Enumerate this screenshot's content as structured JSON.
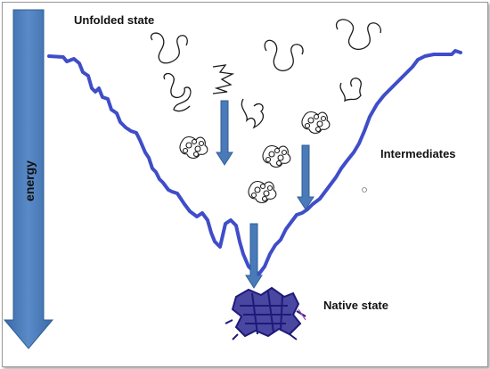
{
  "labels": {
    "unfolded": "Unfolded state",
    "intermediates": "Intermediates",
    "native": "Native state",
    "energy": "energy"
  },
  "colors": {
    "funnel": "#3f4dc9",
    "arrow_fill": "#4a7ab8",
    "arrow_edge": "#2f5f96",
    "protein": "#1d1a7a",
    "chain": "#1a1a1a"
  }
}
